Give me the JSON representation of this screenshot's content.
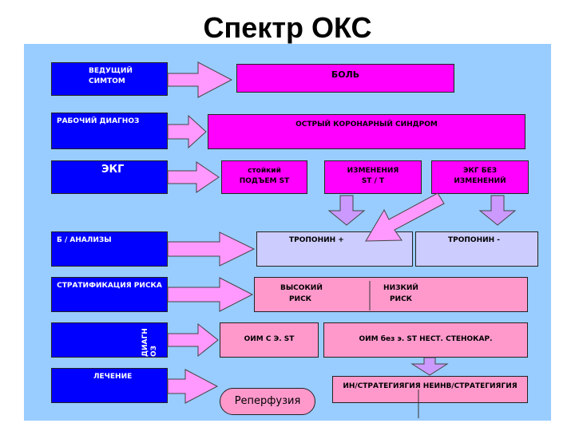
{
  "title": "Спектр ОКС",
  "rows": {
    "leading_symptom": "ВЕДУЩИЙ СИМТОМ",
    "working_diagnosis": "РАБОЧИЙ ДИАГНОЗ",
    "ecg": "ЭКГ",
    "biochem": "Б / АНАЛИЗЫ",
    "risk": "СТРАТИФИКАЦИЯ РИСКА",
    "diagnosis": "ДИАГН ОЗ",
    "treatment": "ЛЕЧЕНИЕ"
  },
  "nodes": {
    "pain": "БОЛЬ",
    "acs": "ОСТРЫЙ КОРОНАРНЫЙ СИНДРОМ",
    "st_elev": "стойкий ПОДЪЕМ  ST",
    "st_changes": "ИЗМЕНЕНИЯ ST /  T",
    "ecg_normal": "ЭКГ  без ИЗМЕНЕНИЙ",
    "troponin_pos": "ТРОПОНИН  +",
    "troponin_neg": "ТРОПОНИН  -",
    "high_risk": "высокий риск",
    "low_risk": "низкий риск",
    "mi_st": "ОИМ  с  э.  ST",
    "mi_no_st": "ОИМ без э. ST   НЕСТ. СТЕНОКАР.",
    "strategies": "ИН/СТРАТЕГИЯГИЯ   НЕИНВ/СТРАТЕГИЯГИЯ",
    "reperfusion": "Реперфузия"
  },
  "colors": {
    "panel": "#99ccff",
    "row_label": "#0000ff",
    "primary": "#ff00ff",
    "secondary": "#ff99cc",
    "lab": "#ccccff"
  }
}
